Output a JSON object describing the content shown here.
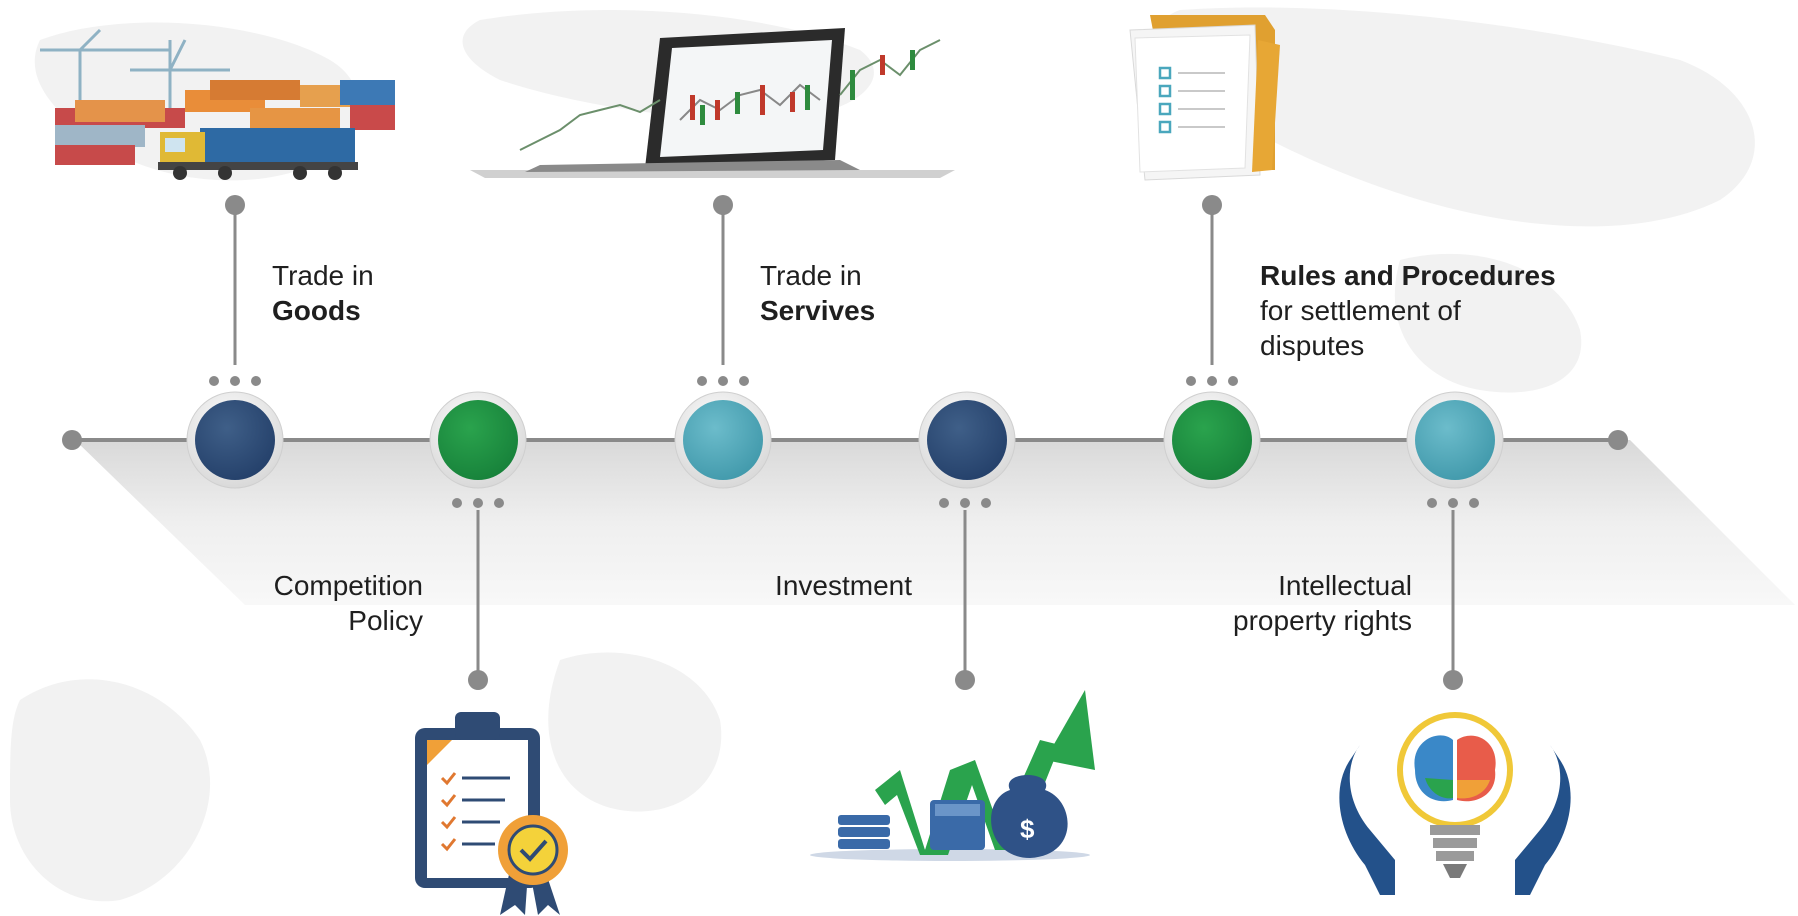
{
  "timeline": {
    "upper_items": [
      {
        "line1": "Trade in",
        "line2_bold": "Goods",
        "icon": "shipping-containers-truck-icon",
        "node_color": "#2e4b72"
      },
      {
        "line1": "Trade in",
        "line2_bold": "Servives",
        "icon": "laptop-stock-chart-icon",
        "node_color": "#4fa7b8"
      },
      {
        "line1_bold": "Rules and Procedures",
        "line2": "for settlement of",
        "line3": "disputes",
        "icon": "documents-folder-icon",
        "node_color": "#1e9140"
      }
    ],
    "lower_items": [
      {
        "line1": "Competition",
        "line2": "Policy",
        "icon": "clipboard-certificate-icon",
        "node_color": "#1e9140"
      },
      {
        "line1": "Investment",
        "icon": "money-growth-arrow-icon",
        "node_color": "#2e4b72"
      },
      {
        "line1": "Intellectual",
        "line2": "property rights",
        "icon": "lightbulb-brain-hands-icon",
        "node_color": "#4fa7b8"
      }
    ]
  },
  "colors": {
    "navy": "#2e4b72",
    "green": "#1e9140",
    "teal": "#4fa7b8",
    "connector_gray": "#8a8a8a",
    "platform_gray": "#e9e9e9"
  }
}
